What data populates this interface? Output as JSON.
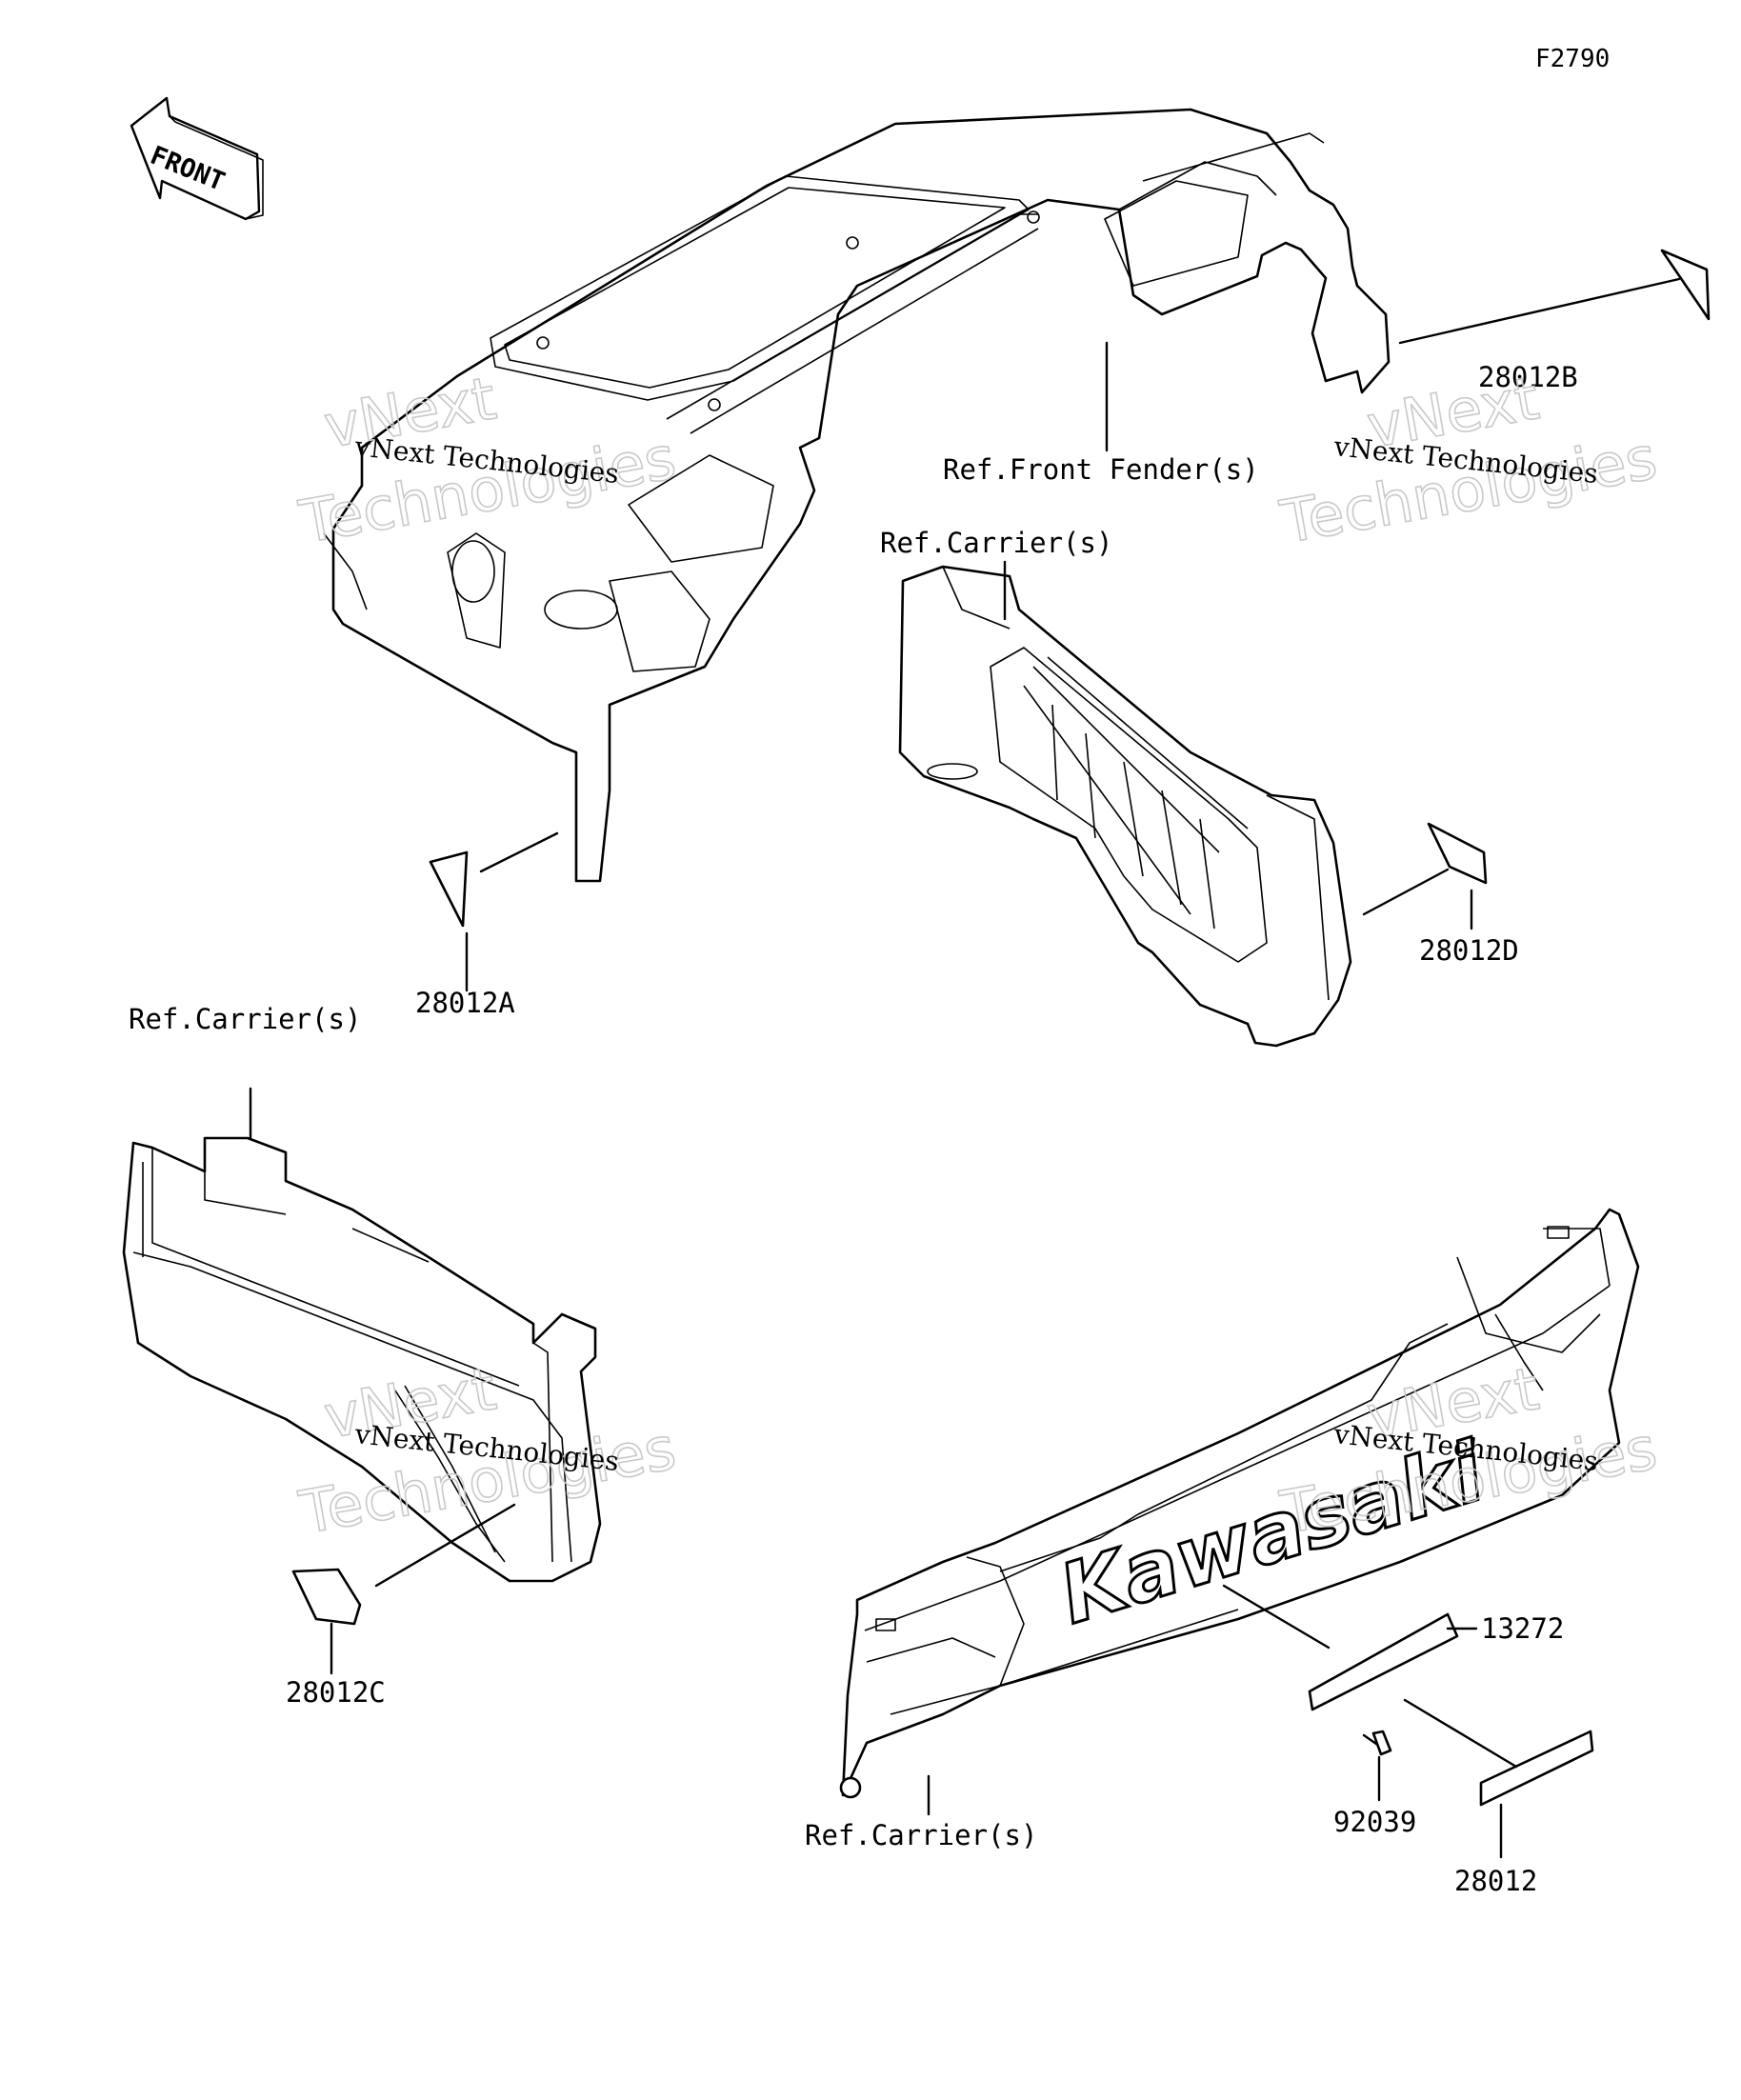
{
  "figure_id": "F2790",
  "front_marker": "FRONT",
  "labels": {
    "front_fender": "Ref.Front Fender(s)",
    "carrier_right": "Ref.Carrier(s)",
    "carrier_left": "Ref.Carrier(s)",
    "carrier_rear": "Ref.Carrier(s)",
    "p28012A": "28012A",
    "p28012B": "28012B",
    "p28012C": "28012C",
    "p28012D": "28012D",
    "p28012": "28012",
    "p13272": "13272",
    "p92039": "92039"
  },
  "logo_text": "Kawasaki",
  "watermark": {
    "line1": "vNext Technologies",
    "line2": "vNext",
    "line3": "Technologies"
  }
}
